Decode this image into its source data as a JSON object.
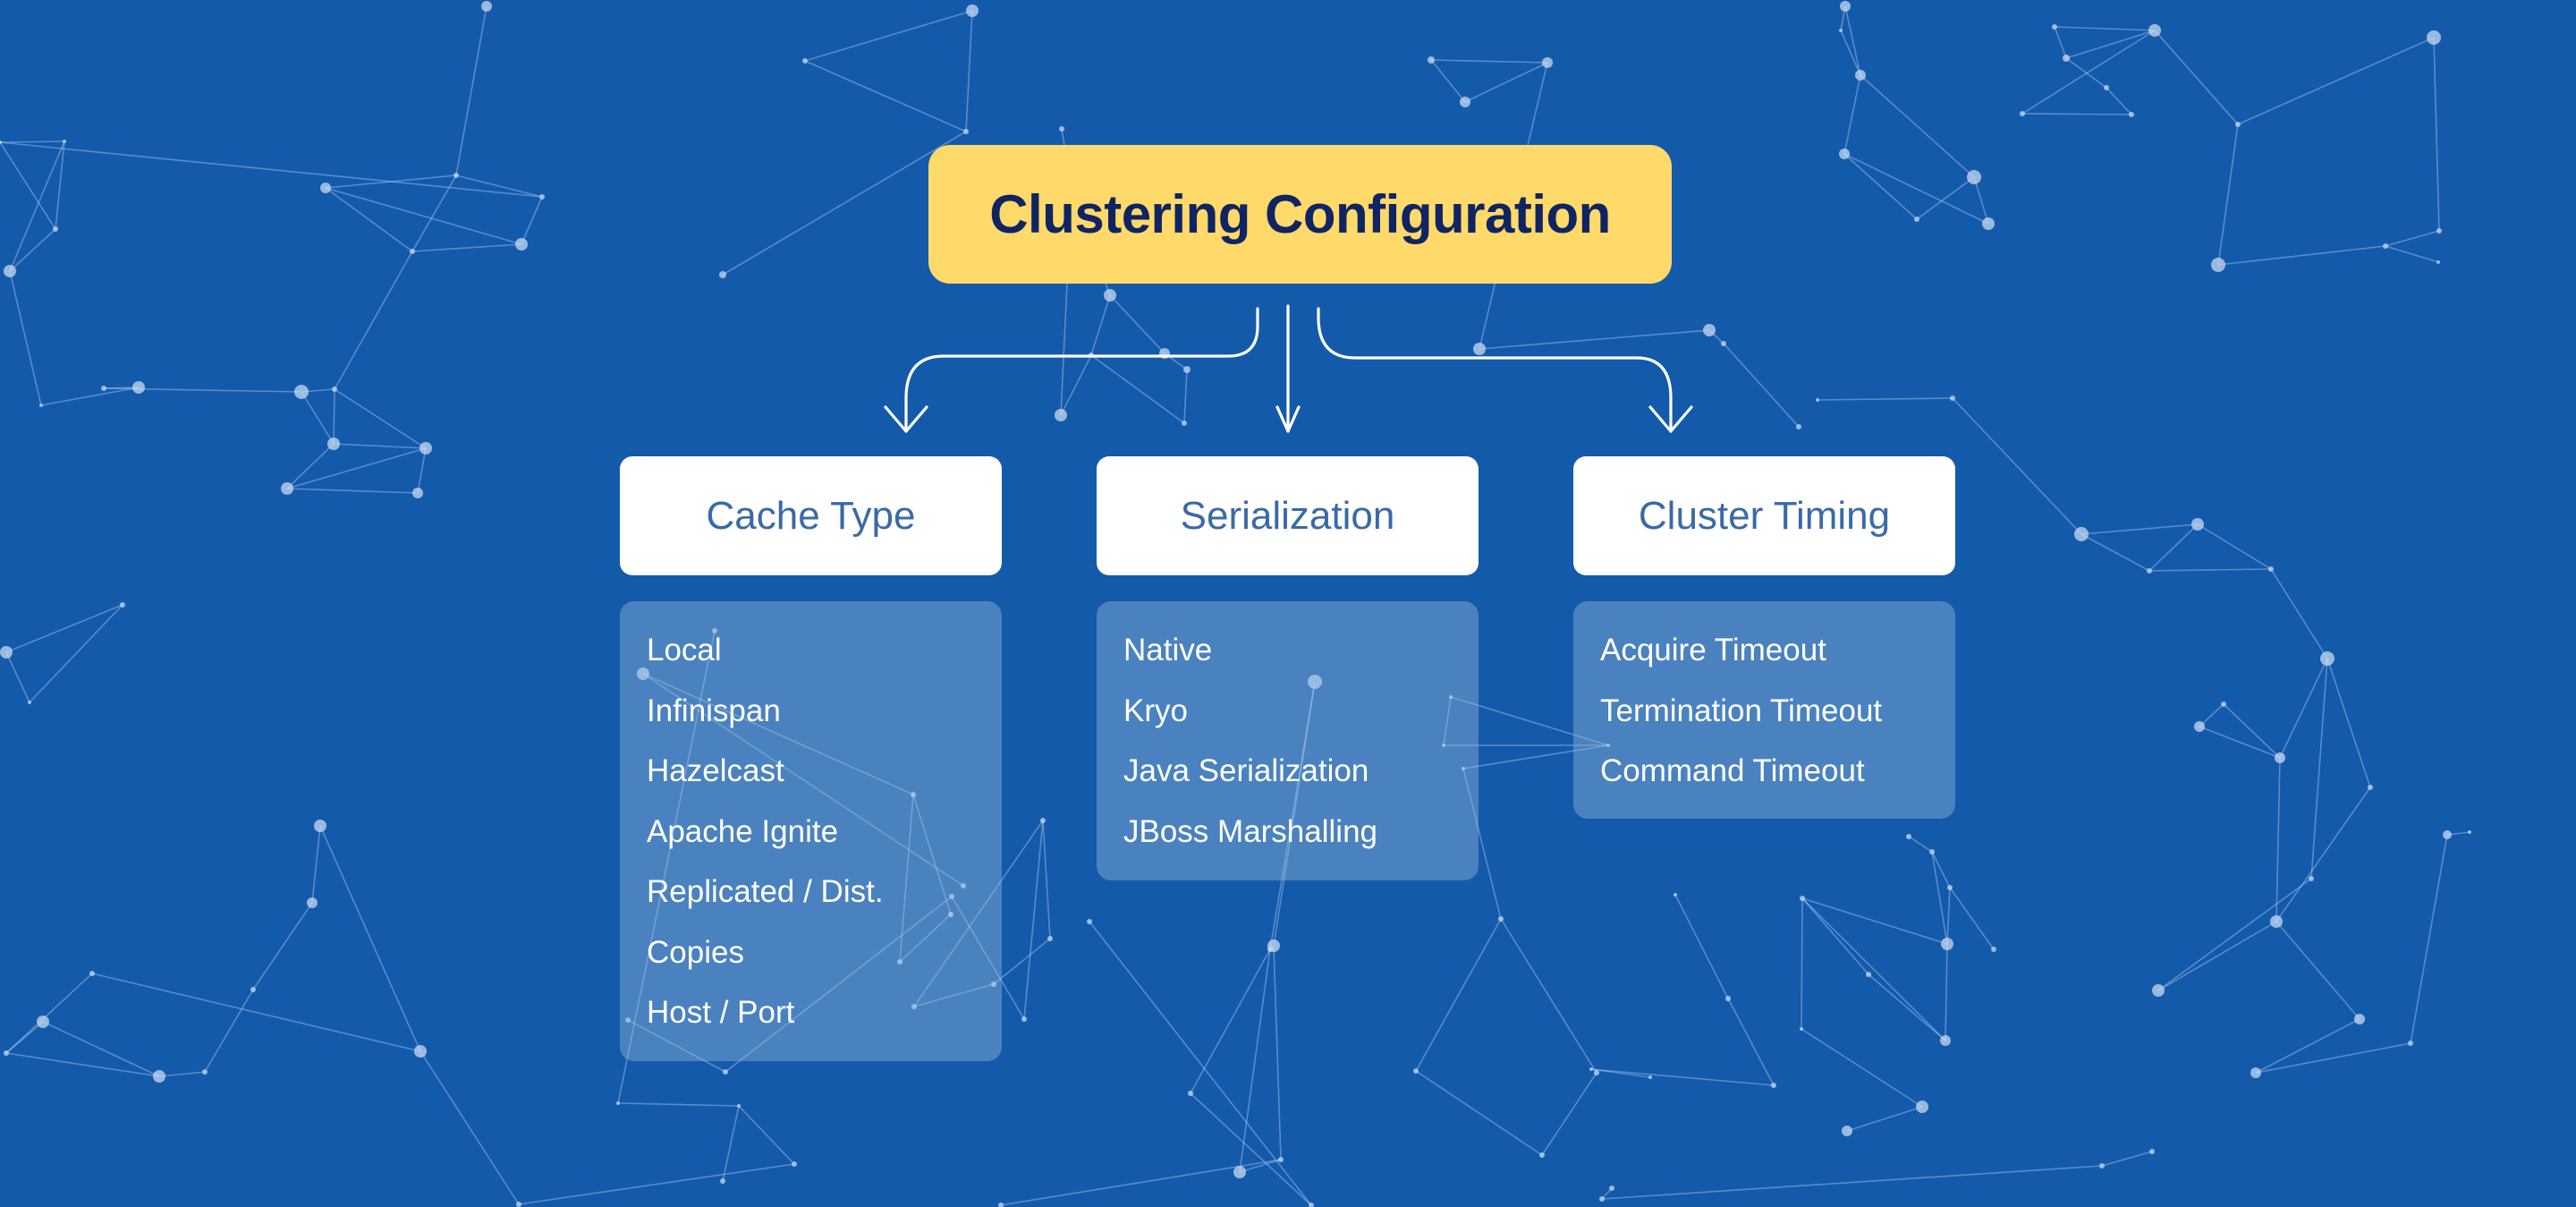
{
  "diagram": {
    "title": "Clustering Configuration",
    "colors": {
      "background": "#145aaa",
      "title_box": "#ffd96a",
      "title_text": "#0f2462",
      "category_box": "#ffffff",
      "category_text": "#3a6aa6",
      "list_text": "#ffffff",
      "connector": "#ffffff"
    },
    "categories": [
      {
        "label": "Cache Type",
        "items": [
          "Local",
          "Infinispan",
          "Hazelcast",
          "Apache Ignite",
          "Replicated / Dist.",
          "Copies",
          "Host / Port"
        ]
      },
      {
        "label": "Serialization",
        "items": [
          "Native",
          "Kryo",
          "Java Serialization",
          "JBoss Marshalling"
        ]
      },
      {
        "label": "Cluster Timing",
        "items": [
          "Acquire Timeout",
          "Termination Timeout",
          "Command Timeout"
        ]
      }
    ],
    "edges": [
      {
        "from": "Clustering Configuration",
        "to": "Cache Type"
      },
      {
        "from": "Clustering Configuration",
        "to": "Serialization"
      },
      {
        "from": "Clustering Configuration",
        "to": "Cluster Timing"
      }
    ],
    "background_decoration": "network-constellation"
  }
}
